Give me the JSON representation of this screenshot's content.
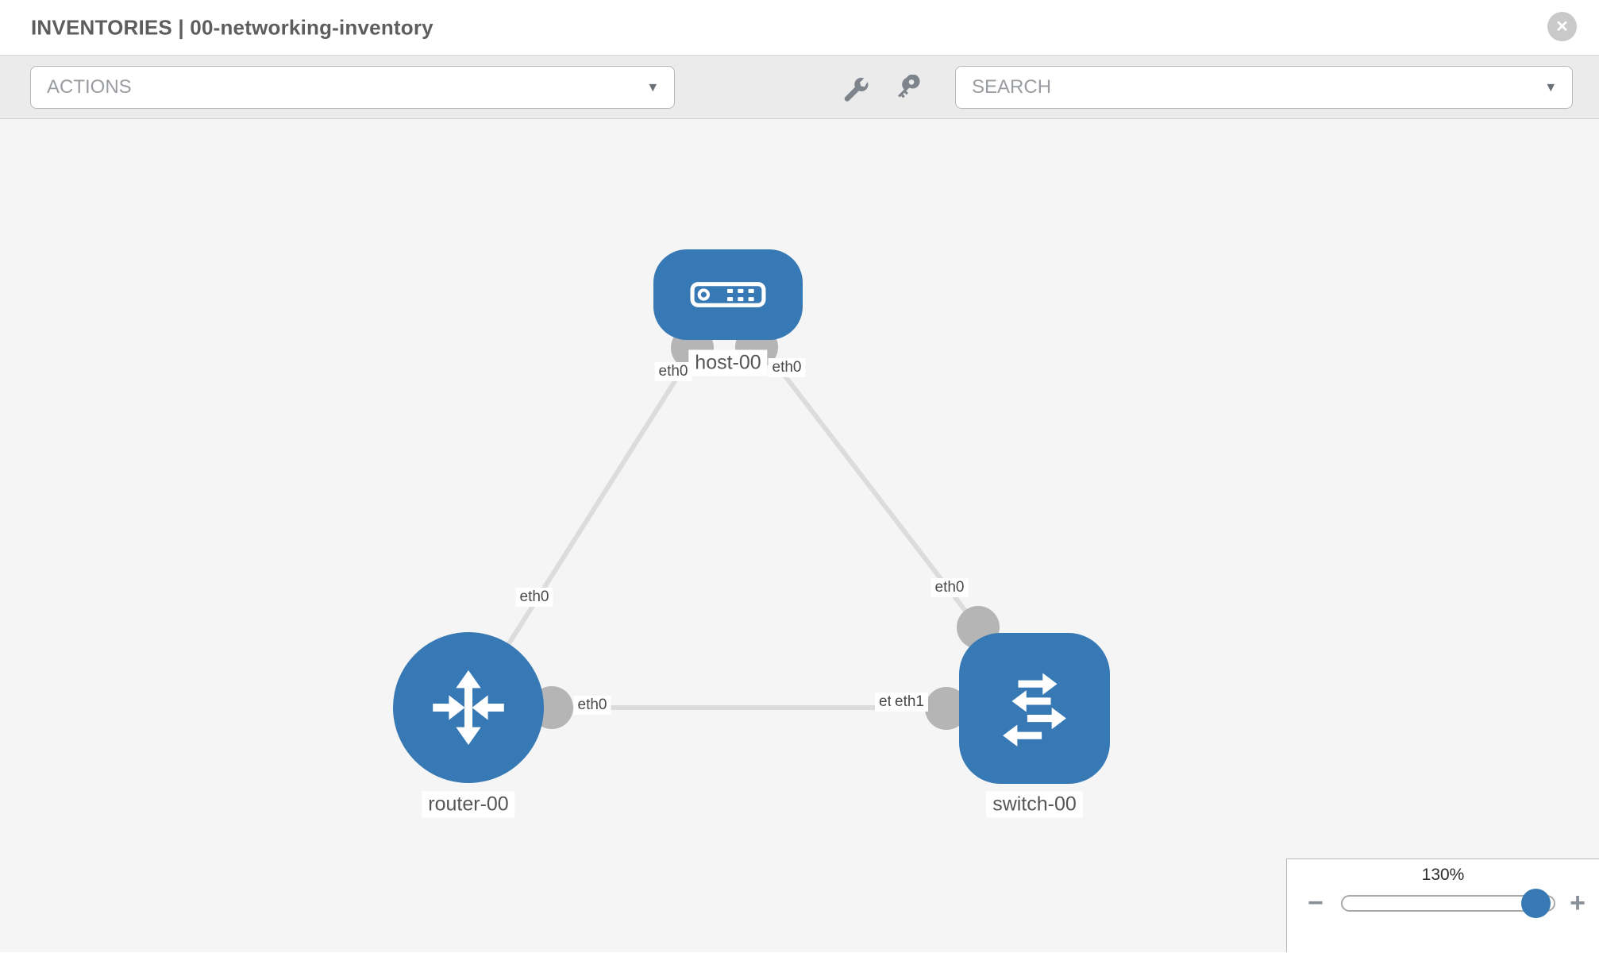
{
  "header": {
    "title": "INVENTORIES | 00-networking-inventory"
  },
  "toolbar": {
    "actions_label": "ACTIONS",
    "search_placeholder": "SEARCH"
  },
  "icons": {
    "close": "✕",
    "caret": "▾",
    "minus": "−",
    "plus": "+"
  },
  "topology": {
    "nodes": [
      {
        "id": "host-00",
        "label": "host-00",
        "type": "host"
      },
      {
        "id": "router-00",
        "label": "router-00",
        "type": "router"
      },
      {
        "id": "switch-00",
        "label": "switch-00",
        "type": "switch"
      }
    ],
    "links": [
      {
        "from": "router-00",
        "from_interface": "eth0",
        "to": "host-00",
        "to_interface": "eth0"
      },
      {
        "from": "host-00",
        "from_interface": "eth0",
        "to": "switch-00",
        "to_interface": "eth0"
      },
      {
        "from": "router-00",
        "from_interface": "eth0",
        "to": "switch-00",
        "to_interface": "eth1"
      }
    ],
    "interface_labels": {
      "host_left": "eth0",
      "host_right": "eth0",
      "router_host_link": "eth0",
      "switch_top": "eth0",
      "router_right": "eth0",
      "switch_left_under": "eth0",
      "switch_left_over": "eth1"
    }
  },
  "zoom_control": {
    "value": "130%"
  },
  "colors": {
    "node_blue": "#3679b5",
    "link_gray": "#dcdcdc",
    "port_gray": "#b5b5b5",
    "canvas_bg": "#f5f5f5"
  }
}
